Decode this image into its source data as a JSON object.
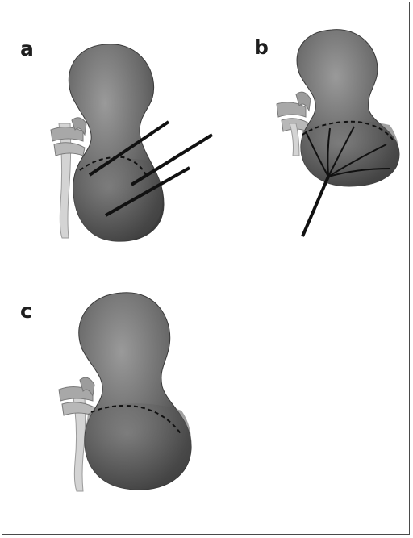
{
  "figure": {
    "panels": [
      {
        "id": "a",
        "label": "a"
      },
      {
        "id": "b",
        "label": "b"
      },
      {
        "id": "c",
        "label": "c"
      }
    ]
  },
  "colors": {
    "kidney_dark": "#505050",
    "kidney_mid": "#7a7a7a",
    "kidney_light": "#b4b4b4",
    "vessel": "#9a9a9a",
    "ureter": "#d2d2d2",
    "line": "#111111",
    "border": "#4a4a4a"
  },
  "icons": {
    "kidney": "kidney-illustration",
    "needle": "needle-line",
    "tract": "nephrostomy-tract",
    "resection_boundary": "dashed-boundary"
  }
}
